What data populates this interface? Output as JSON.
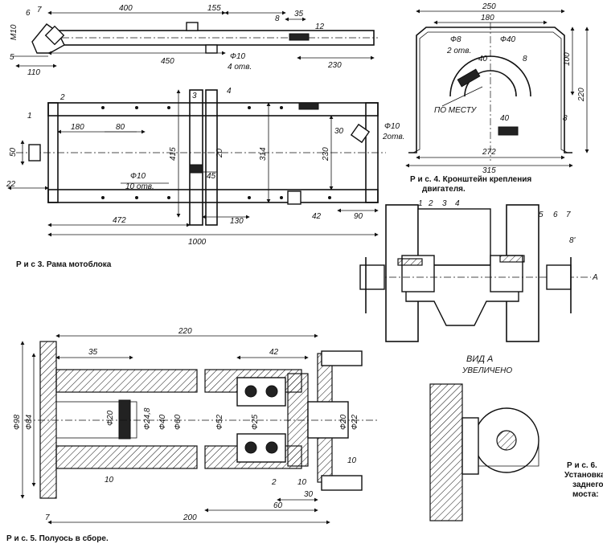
{
  "fig3": {
    "caption": "Р и с  3. Рама мотоблока",
    "top_view": {
      "d400": "400",
      "d155": "155",
      "d35": "35",
      "d12": "12",
      "d450": "450",
      "d110": "110",
      "d230": "230",
      "m10": "М10",
      "phi10": "Ф10",
      "holes4": "4 отв.",
      "n5": "5",
      "n6": "6",
      "n7": "7",
      "n8": "8"
    },
    "plan": {
      "n1": "1",
      "n2": "2",
      "n3": "3",
      "n4": "4",
      "d180": "180",
      "d80": "80",
      "d50": "50",
      "d22": "22",
      "d415": "415",
      "d314": "314",
      "d20": "20",
      "d45": "45",
      "d230": "230",
      "d30": "30",
      "phi10": "Ф10",
      "holes10": "10 отв.",
      "phi10b": "Ф10",
      "holes2": "2отв.",
      "d472": "472",
      "d130": "130",
      "d1000": "1000",
      "d42": "42",
      "d90": "90"
    }
  },
  "fig4": {
    "caption_line1": "Р и с. 4.  Кронштейн крепления",
    "caption_line2": "двигателя.",
    "d250": "250",
    "d180": "180",
    "phi8": "Ф8",
    "holes2": "2 отв.",
    "phi40": "Ф40",
    "d40": "40",
    "n8": "8",
    "d100": "100",
    "d220": "220",
    "place": "ПО МЕСТУ",
    "d40b": "40",
    "d8": "8",
    "d272": "272",
    "d315": "315"
  },
  "fig5": {
    "caption": "Р и с.  5. Полуось в сборе.",
    "d220": "220",
    "d35": "35",
    "d42": "42",
    "phi98": "Ф98",
    "phi84": "Ф84",
    "phi20": "Ф20",
    "phi24_8": "Ф24,8",
    "phi40": "Ф40",
    "phi60": "Ф60",
    "phi52": "Ф52",
    "phi25": "Ф25",
    "phi20b": "Ф20",
    "phi22": "Ф22",
    "d10": "10",
    "d10b": "10",
    "d2": "2",
    "d10c": "10",
    "d30": "30",
    "d60": "60",
    "d200": "200",
    "d7": "7"
  },
  "fig6": {
    "caption_line1": "Р и с.  6.",
    "caption_line2": "Установка",
    "caption_line3": "заднего",
    "caption_line4": "моста:",
    "view_title": "ВИД А",
    "view_sub": "УВЕЛИЧЕНО",
    "n1": "1",
    "n2": "2",
    "n3": "3",
    "n4": "4",
    "n5": "5",
    "n6": "6",
    "n7": "7",
    "n8": "8'",
    "arrowA": "А"
  }
}
